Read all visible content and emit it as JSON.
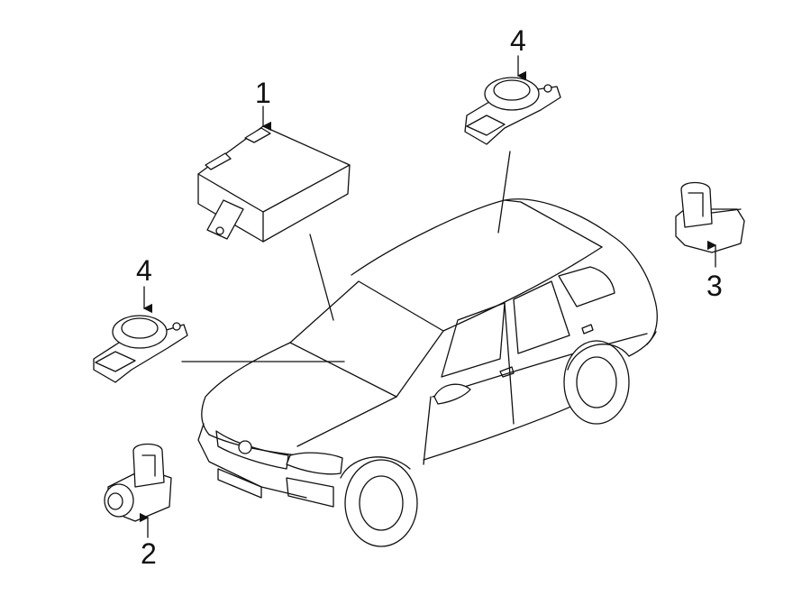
{
  "callouts": [
    {
      "number": "1",
      "part": "control-module"
    },
    {
      "number": "2",
      "part": "parking-sensor-front"
    },
    {
      "number": "3",
      "part": "parking-sensor-rear"
    },
    {
      "number": "4",
      "part": "signal-horn-front"
    },
    {
      "number": "4",
      "part": "signal-horn-roof"
    }
  ],
  "colors": {
    "line": "#111111",
    "background": "#ffffff"
  }
}
